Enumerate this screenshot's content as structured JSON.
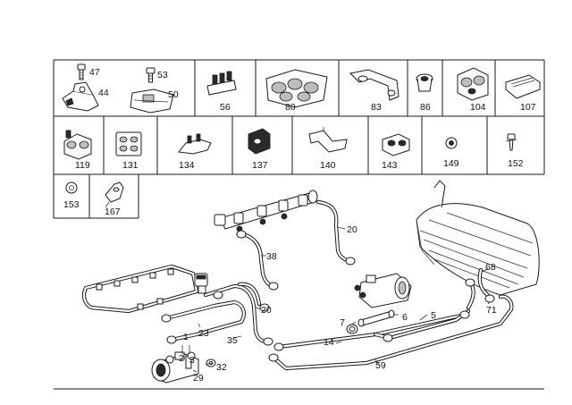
{
  "catalog_grid": {
    "row1": [
      {
        "id": "p47",
        "label": "47"
      },
      {
        "id": "p44",
        "label": "44"
      },
      {
        "id": "p53",
        "label": "53"
      },
      {
        "id": "p50",
        "label": "50"
      },
      {
        "id": "p56",
        "label": "56"
      },
      {
        "id": "p80",
        "label": "80"
      },
      {
        "id": "p83",
        "label": "83"
      },
      {
        "id": "p86",
        "label": "86"
      },
      {
        "id": "p104",
        "label": "104"
      },
      {
        "id": "p107",
        "label": "107"
      }
    ],
    "row2": [
      {
        "id": "p119",
        "label": "119"
      },
      {
        "id": "p131",
        "label": "131"
      },
      {
        "id": "p134",
        "label": "134"
      },
      {
        "id": "p137",
        "label": "137"
      },
      {
        "id": "p140",
        "label": "140"
      },
      {
        "id": "p143",
        "label": "143"
      },
      {
        "id": "p149",
        "label": "149"
      },
      {
        "id": "p152",
        "label": "152"
      }
    ],
    "row3": [
      {
        "id": "p153",
        "label": "153"
      },
      {
        "id": "p167",
        "label": "167"
      }
    ]
  },
  "callouts": [
    {
      "id": "c20a",
      "label": "20"
    },
    {
      "id": "c38",
      "label": "38"
    },
    {
      "id": "c20b",
      "label": "20"
    },
    {
      "id": "c68",
      "label": "68"
    },
    {
      "id": "c71",
      "label": "71"
    },
    {
      "id": "c1",
      "label": "1"
    },
    {
      "id": "c7",
      "label": "7"
    },
    {
      "id": "c6",
      "label": "6"
    },
    {
      "id": "c5",
      "label": "5"
    },
    {
      "id": "c23",
      "label": "23"
    },
    {
      "id": "c35",
      "label": "35"
    },
    {
      "id": "c14",
      "label": "14"
    },
    {
      "id": "c2",
      "label": "2"
    },
    {
      "id": "c3",
      "label": "3"
    },
    {
      "id": "c32",
      "label": "32"
    },
    {
      "id": "c29",
      "label": "29"
    },
    {
      "id": "c59",
      "label": "59"
    }
  ]
}
